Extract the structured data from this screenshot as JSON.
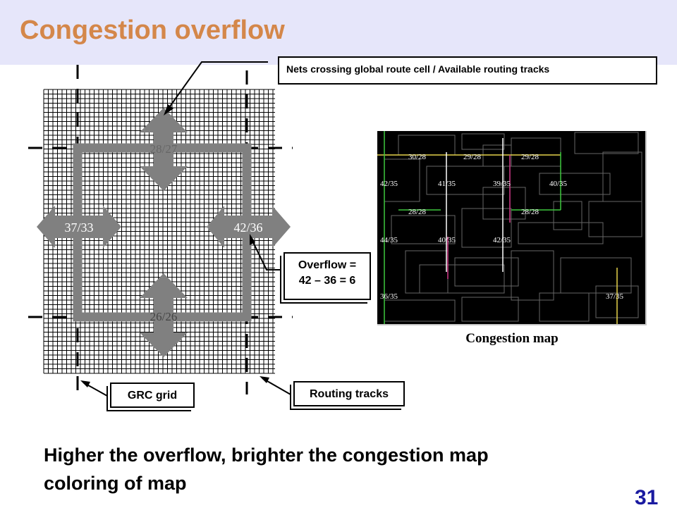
{
  "slide": {
    "title": "Congestion overflow",
    "page_number": "31",
    "bottom_line1": "Higher the overflow, brighter the congestion map",
    "bottom_line2": "coloring of map"
  },
  "callouts": {
    "nets_crossing": "Nets crossing global route cell / Available routing tracks",
    "overflow_line1": "Overflow =",
    "overflow_line2": "42 – 36 = 6",
    "grc_grid": "GRC grid",
    "routing_tracks": "Routing tracks"
  },
  "grc_diagram": {
    "top_label": "28/27",
    "left_label": "37/33",
    "right_label": "42/36",
    "bottom_label": "26/26"
  },
  "congestion_map": {
    "caption": "Congestion map",
    "labels": [
      "30/28",
      "29/28",
      "29/28",
      "42/35",
      "41/35",
      "39/35",
      "40/35",
      "28/28",
      "28/28",
      "44/35",
      "40/35",
      "42/35",
      "36/35",
      "37/35"
    ]
  },
  "colors": {
    "title": "#d4874a",
    "title_band": "#e6e6fa",
    "arrow_gray": "#808080",
    "map_background": "#000000"
  }
}
